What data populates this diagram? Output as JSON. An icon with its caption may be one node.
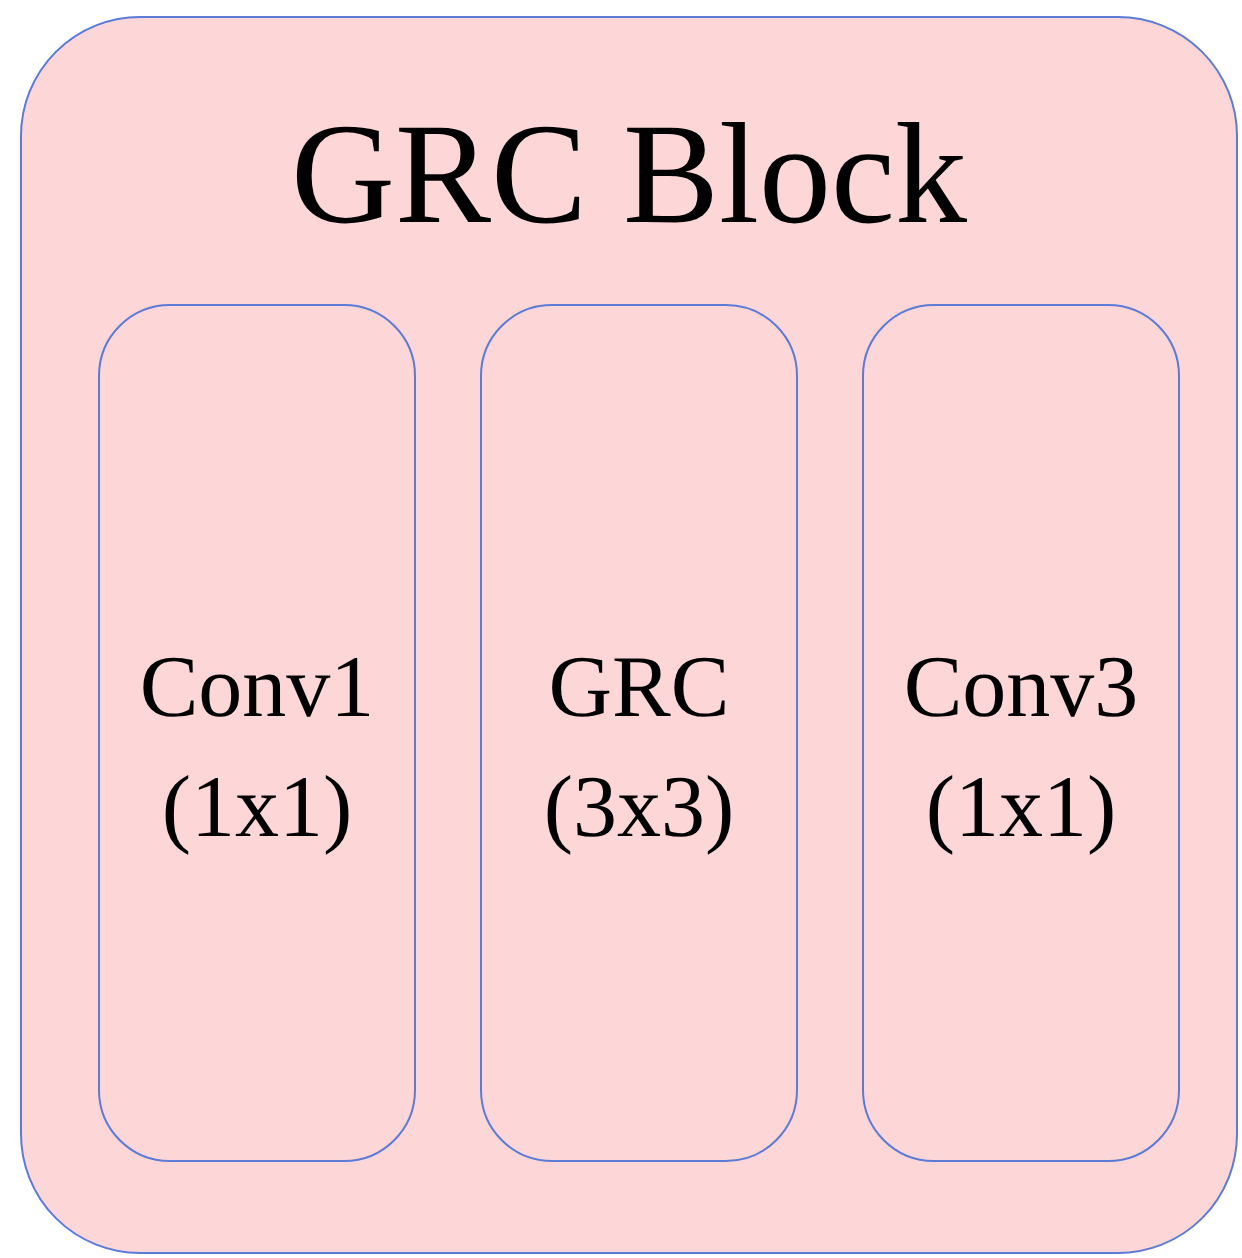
{
  "diagram": {
    "nodes": [
      {
        "text": [
          "GRC Block"
        ]
      },
      {
        "text": [
          "Conv1 (1x1)"
        ],
        "in": 0
      },
      {
        "text": [
          "GRC (3x3)"
        ],
        "in": 0
      },
      {
        "text": [
          "Conv3 (1x1)"
        ],
        "in": 0
      }
    ]
  }
}
